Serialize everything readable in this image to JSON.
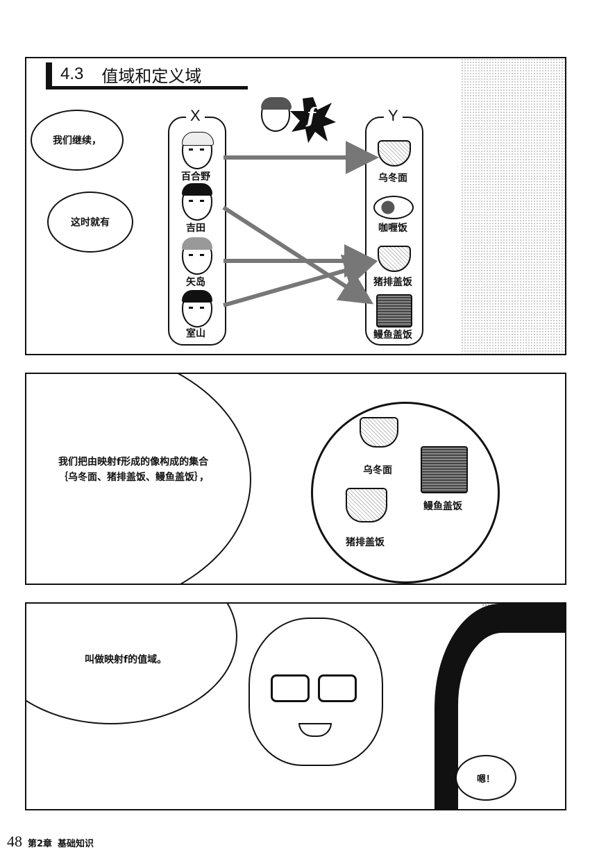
{
  "panel1": {
    "section_number": "4.3",
    "section_title": "值域和定义域",
    "bubble_1": "我们继续，",
    "bubble_2": "这时就有",
    "set_x_label": "X",
    "set_y_label": "Y",
    "function_label": "f",
    "domain_items": [
      "百合野",
      "吉田",
      "矢岛",
      "室山"
    ],
    "codomain_items": [
      "乌冬面",
      "咖喱饭",
      "猪排盖饭",
      "鳗鱼盖饭"
    ]
  },
  "panel2": {
    "narration": "我们把由映射f形成的像构成的集合｛乌冬面、猪排盖饭、鳗鱼盖饭｝，",
    "range_items": [
      "乌冬面",
      "鳗鱼盖饭",
      "猪排盖饭"
    ]
  },
  "panel3": {
    "bubble_1": "叫做映射f的值域。",
    "bubble_2": "嗯！"
  },
  "footer": {
    "page_number": "48",
    "chapter": "第2章",
    "chapter_title": "基础知识"
  }
}
